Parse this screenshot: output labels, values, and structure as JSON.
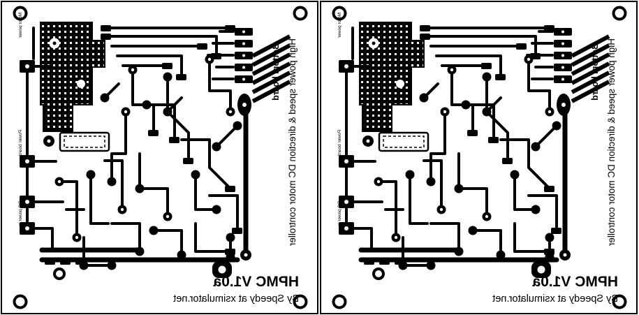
{
  "colors": {
    "copper": "#000000",
    "substrate": "#ffffff"
  },
  "board": {
    "title": "HPMC V1.0a",
    "byline": "By Speedy at xsimulator.net",
    "side_label": "High power speed & direction DC motor controller",
    "corner_label": "Bottom board",
    "edge_labels": [
      "Motor power",
      "Power board",
      "DC power in"
    ]
  }
}
